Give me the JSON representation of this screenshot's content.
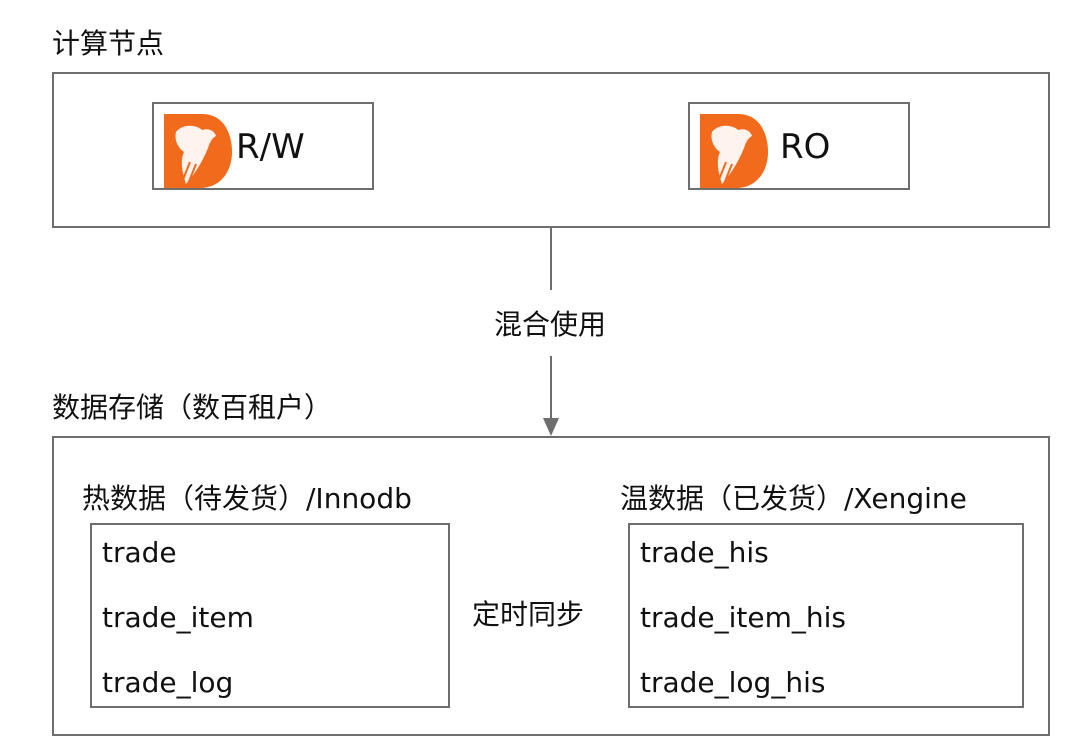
{
  "compute": {
    "title": "计算节点",
    "nodes": [
      {
        "label": "R/W"
      },
      {
        "label": "RO"
      }
    ]
  },
  "connector": {
    "label": "混合使用"
  },
  "storage": {
    "title": "数据存储（数百租户）",
    "hot": {
      "title": "热数据（待发货）/Innodb",
      "tables": [
        "trade",
        "trade_item",
        "trade_log"
      ]
    },
    "warm": {
      "title": "温数据（已发货）/Xengine",
      "tables": [
        "trade_his",
        "trade_item_his",
        "trade_log_his"
      ]
    },
    "sync_label": "定时同步"
  },
  "colors": {
    "border": "#6e6e6e",
    "logo": "#f26a1b",
    "text": "#111111"
  }
}
